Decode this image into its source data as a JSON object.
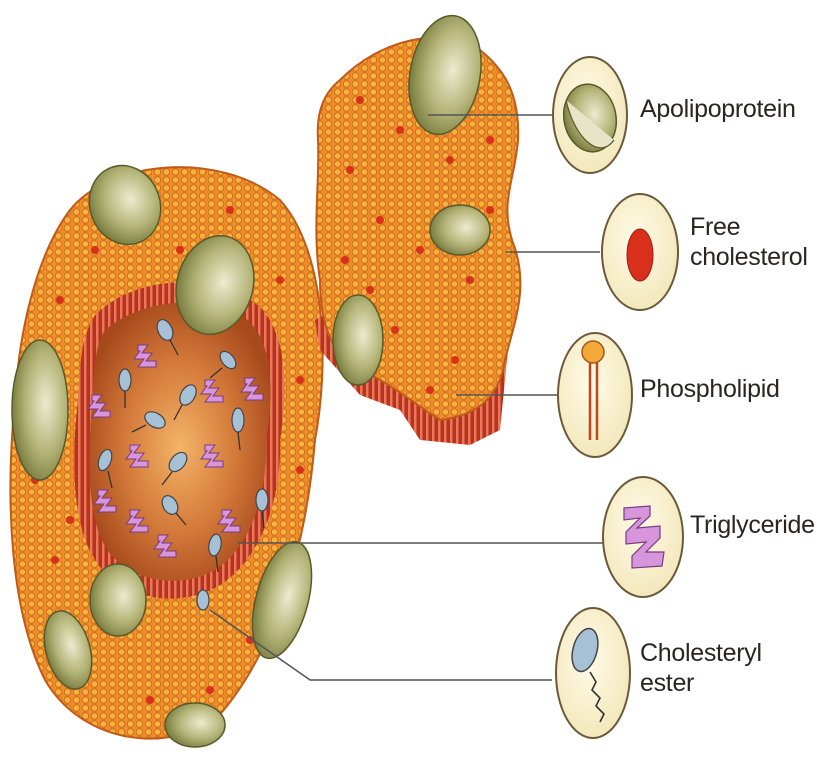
{
  "legend": {
    "apolipoprotein": "Apolipoprotein",
    "free_cholesterol": "Free cholesterol",
    "phospholipid": "Phospholipid",
    "triglyceride": "Triglyceride",
    "cholesteryl_ester": "Cholesteryl ester"
  },
  "colors": {
    "shell": "#f08c2c",
    "bead": "#f5b23c",
    "bead_dark": "#c86418",
    "red_dot": "#d9301c",
    "protein": "#9aa060",
    "protein_light": "#e2dfc0",
    "core": "#b4501e",
    "core_center": "#f0a656",
    "triglyceride": "#d796dc",
    "cholesteryl_ester": "#a6c0d6",
    "inset_fill": "#fbf3d4",
    "leader_line": "#555555",
    "text": "#2a2424"
  }
}
